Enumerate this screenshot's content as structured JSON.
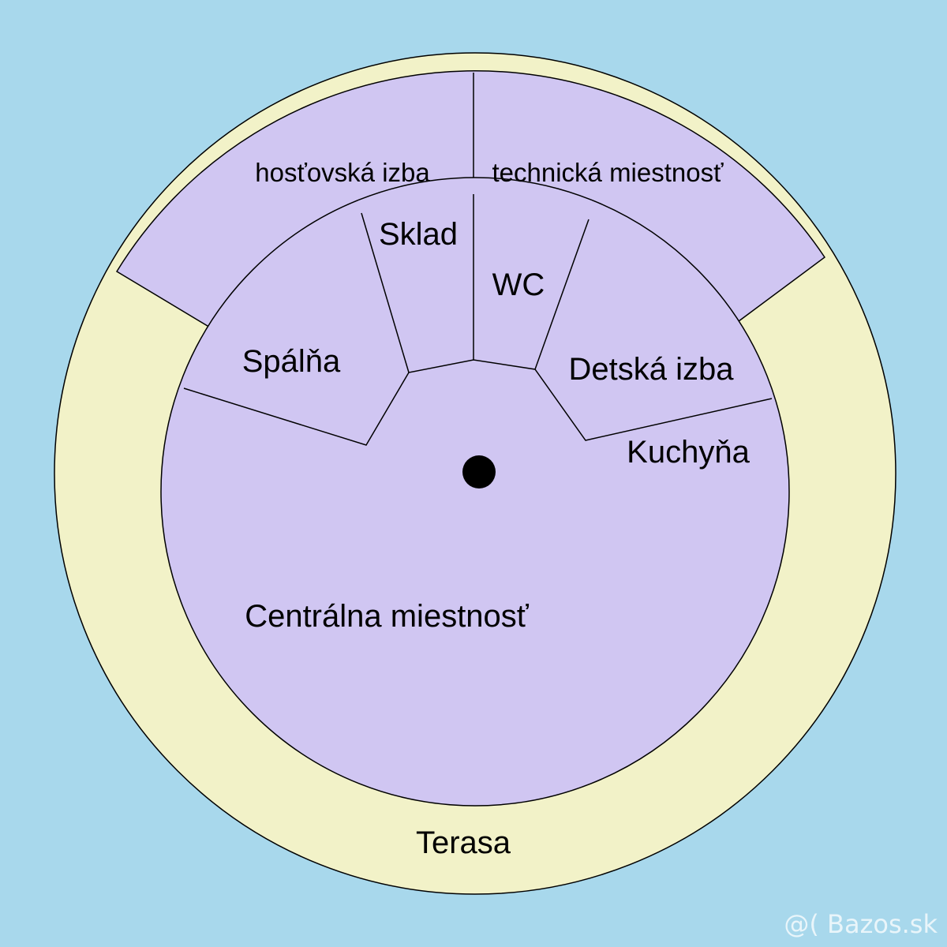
{
  "colors": {
    "background": "#a8d8ec",
    "terrace": "#f2f2c8",
    "rooms": "#d0c6f2",
    "lines": "#000000"
  },
  "labels": {
    "guest_room": "hosťovská izba",
    "technical_room": "technická miestnosť",
    "storage": "Sklad",
    "wc": "WC",
    "bedroom": "Spálňa",
    "kids_room": "Detská izba",
    "kitchen": "Kuchyňa",
    "central_room": "Centrálna miestnosť",
    "terrace": "Terasa"
  },
  "watermark": "@( Bazos.sk"
}
